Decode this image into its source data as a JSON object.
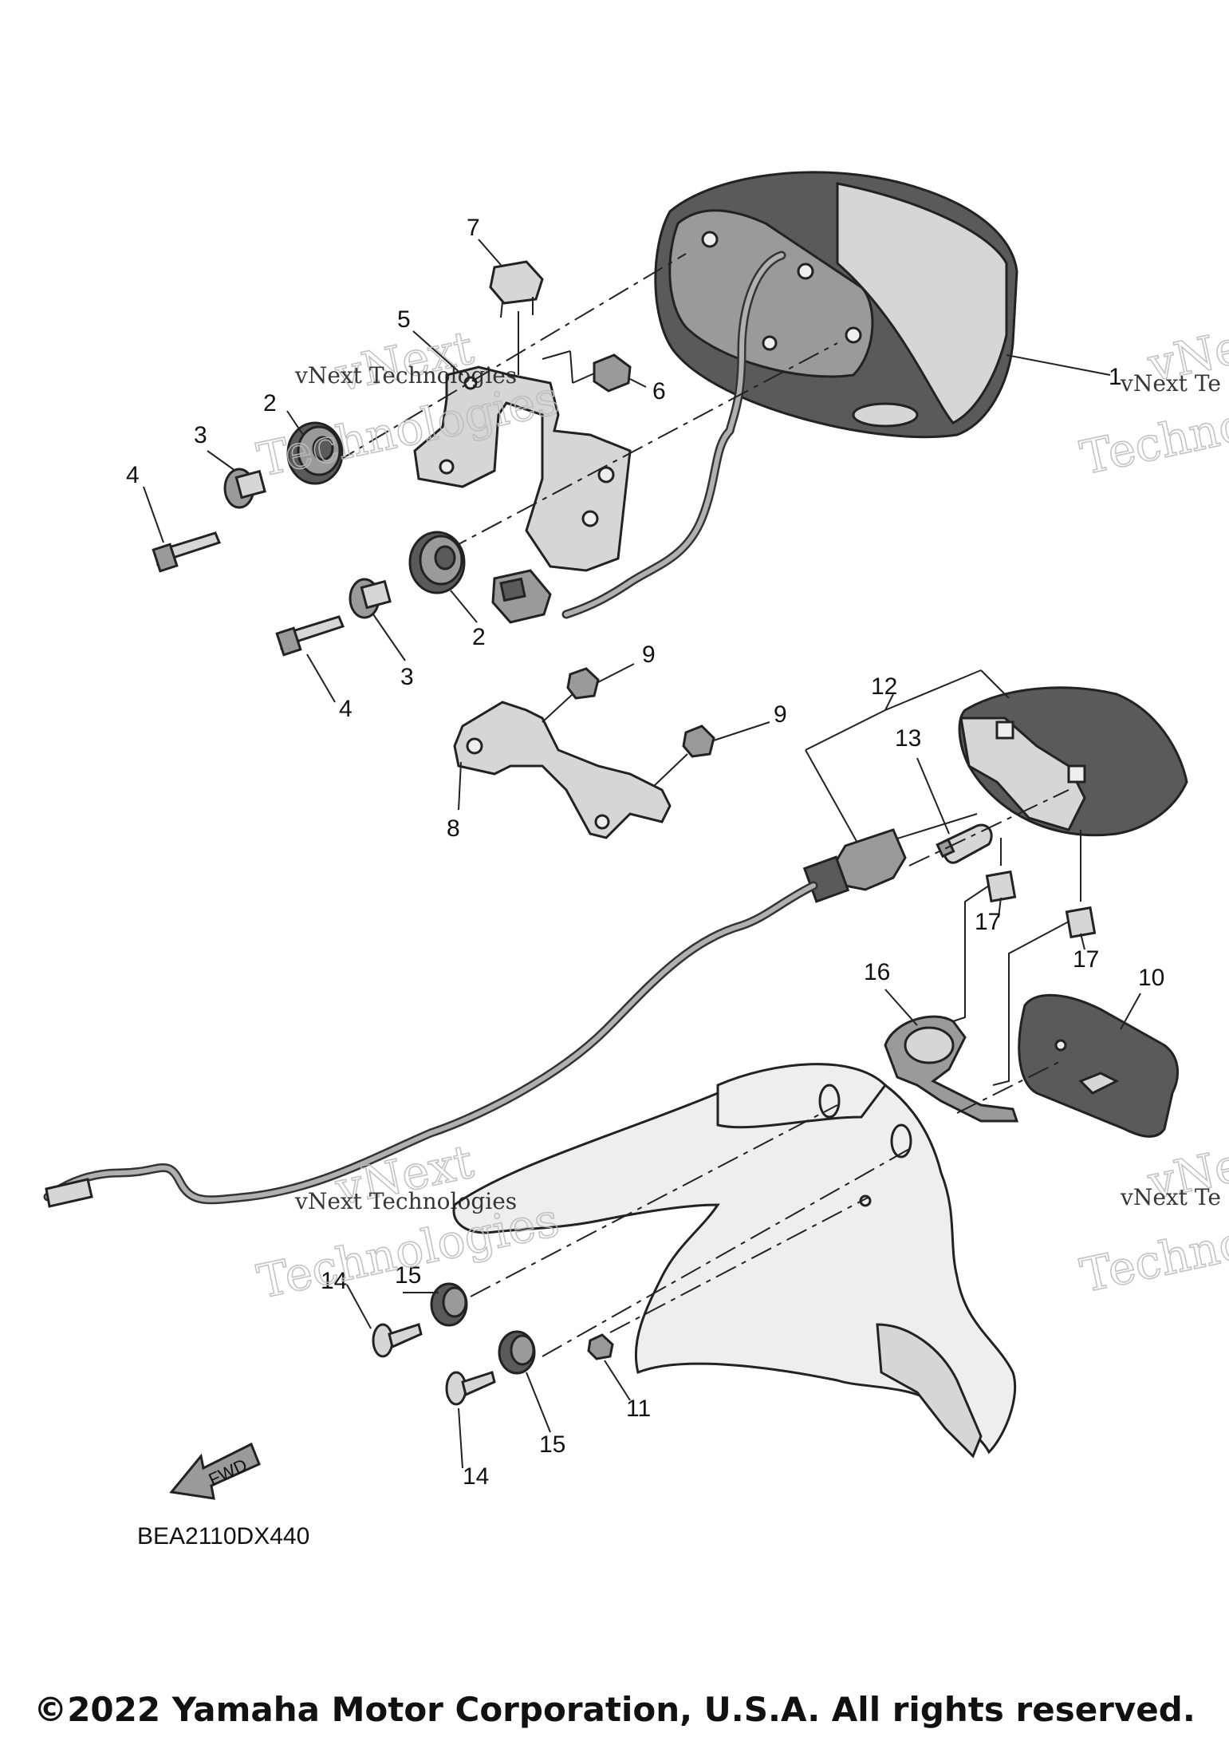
{
  "callouts": [
    {
      "id": "c1",
      "label": "1"
    },
    {
      "id": "c2a",
      "label": "2"
    },
    {
      "id": "c2b",
      "label": "2"
    },
    {
      "id": "c3a",
      "label": "3"
    },
    {
      "id": "c3b",
      "label": "3"
    },
    {
      "id": "c4a",
      "label": "4"
    },
    {
      "id": "c4b",
      "label": "4"
    },
    {
      "id": "c5",
      "label": "5"
    },
    {
      "id": "c6",
      "label": "6"
    },
    {
      "id": "c7",
      "label": "7"
    },
    {
      "id": "c8",
      "label": "8"
    },
    {
      "id": "c9a",
      "label": "9"
    },
    {
      "id": "c9b",
      "label": "9"
    },
    {
      "id": "c10",
      "label": "10"
    },
    {
      "id": "c11",
      "label": "11"
    },
    {
      "id": "c12",
      "label": "12"
    },
    {
      "id": "c13",
      "label": "13"
    },
    {
      "id": "c14a",
      "label": "14"
    },
    {
      "id": "c14b",
      "label": "14"
    },
    {
      "id": "c15a",
      "label": "15"
    },
    {
      "id": "c15b",
      "label": "15"
    },
    {
      "id": "c16",
      "label": "16"
    },
    {
      "id": "c17a",
      "label": "17"
    },
    {
      "id": "c17b",
      "label": "17"
    }
  ],
  "watermark": {
    "line1": "vNext",
    "line2": "vNext Technologies",
    "line3": "Technologies",
    "edge_small": "vNext Te",
    "edge_big": "vNe",
    "edge_big2": "Techno"
  },
  "fwd_label": "FWD",
  "diagram_code": "BEA2110DX440",
  "copyright": "©2022 Yamaha Motor Corporation, U.S.A. All rights reserved."
}
